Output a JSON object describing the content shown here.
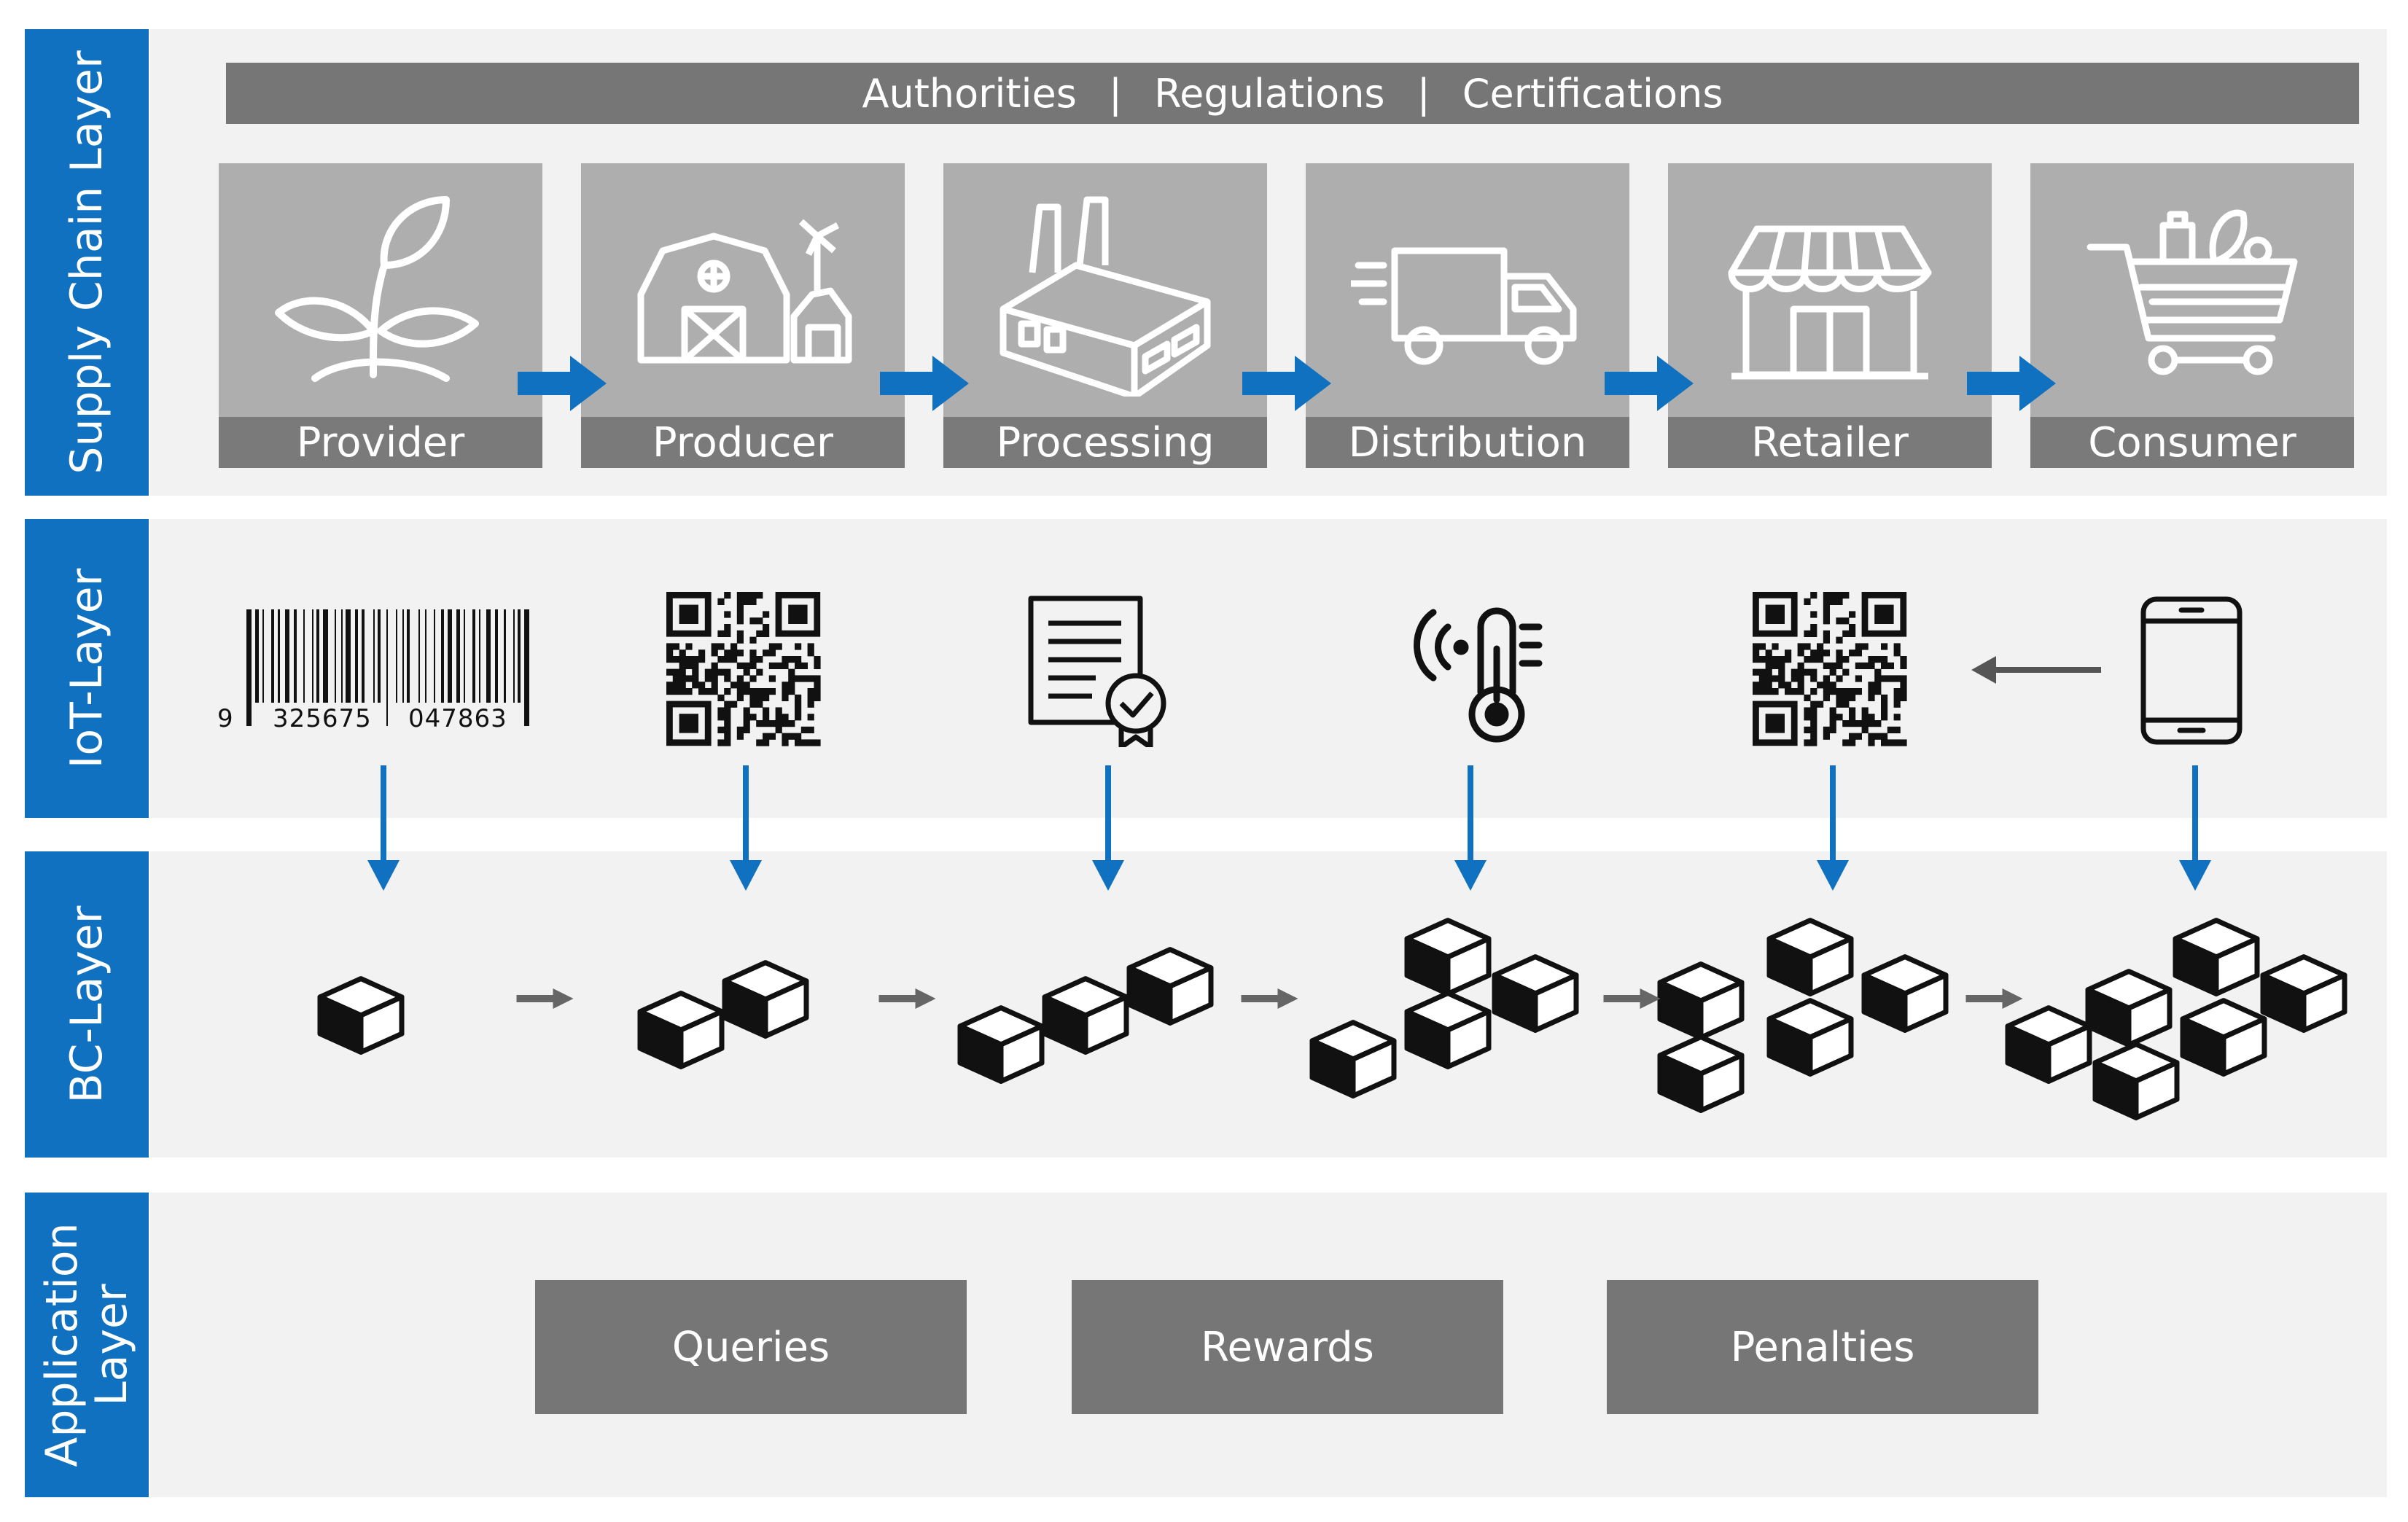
{
  "colors": {
    "accent": "#1071c0",
    "band": "#f2f2f2",
    "bar": "#767676",
    "stage": "#aeaeae"
  },
  "layers": {
    "supply_chain": "Supply Chain Layer",
    "iot": "IoT-Layer",
    "bc": "BC-Layer",
    "application": [
      "Application",
      "Layer"
    ]
  },
  "governance": [
    "Authorities",
    "Regulations",
    "Certifications"
  ],
  "stages": [
    {
      "label": "Provider",
      "icon": "plant-icon"
    },
    {
      "label": "Producer",
      "icon": "barn-icon"
    },
    {
      "label": "Processing",
      "icon": "factory-icon"
    },
    {
      "label": "Distribution",
      "icon": "truck-icon"
    },
    {
      "label": "Retailer",
      "icon": "storefront-icon"
    },
    {
      "label": "Consumer",
      "icon": "shopping-cart-icon"
    }
  ],
  "iot_devices": [
    "barcode-icon",
    "qr-code-icon",
    "certificate-icon",
    "temperature-sensor-icon",
    "qr-code-icon",
    "smartphone-icon"
  ],
  "barcode": {
    "lead": "9",
    "left": "325675",
    "right": "047863"
  },
  "blockchain_blocks": [
    1,
    2,
    3,
    4,
    5,
    6
  ],
  "applications": [
    "Queries",
    "Rewards",
    "Penalties"
  ]
}
